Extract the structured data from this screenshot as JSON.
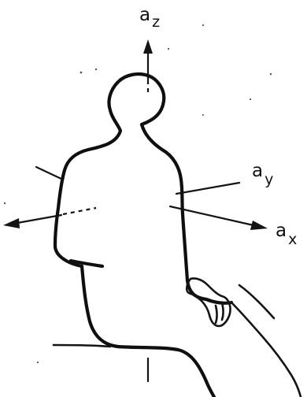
{
  "figure": {
    "axes": {
      "z": {
        "letter": "a",
        "subscript": "z"
      },
      "y": {
        "letter": "a",
        "subscript": "y"
      },
      "x": {
        "letter": "a",
        "subscript": "x"
      }
    },
    "colors": {
      "ink": "#141414",
      "background": "#ffffff"
    }
  }
}
